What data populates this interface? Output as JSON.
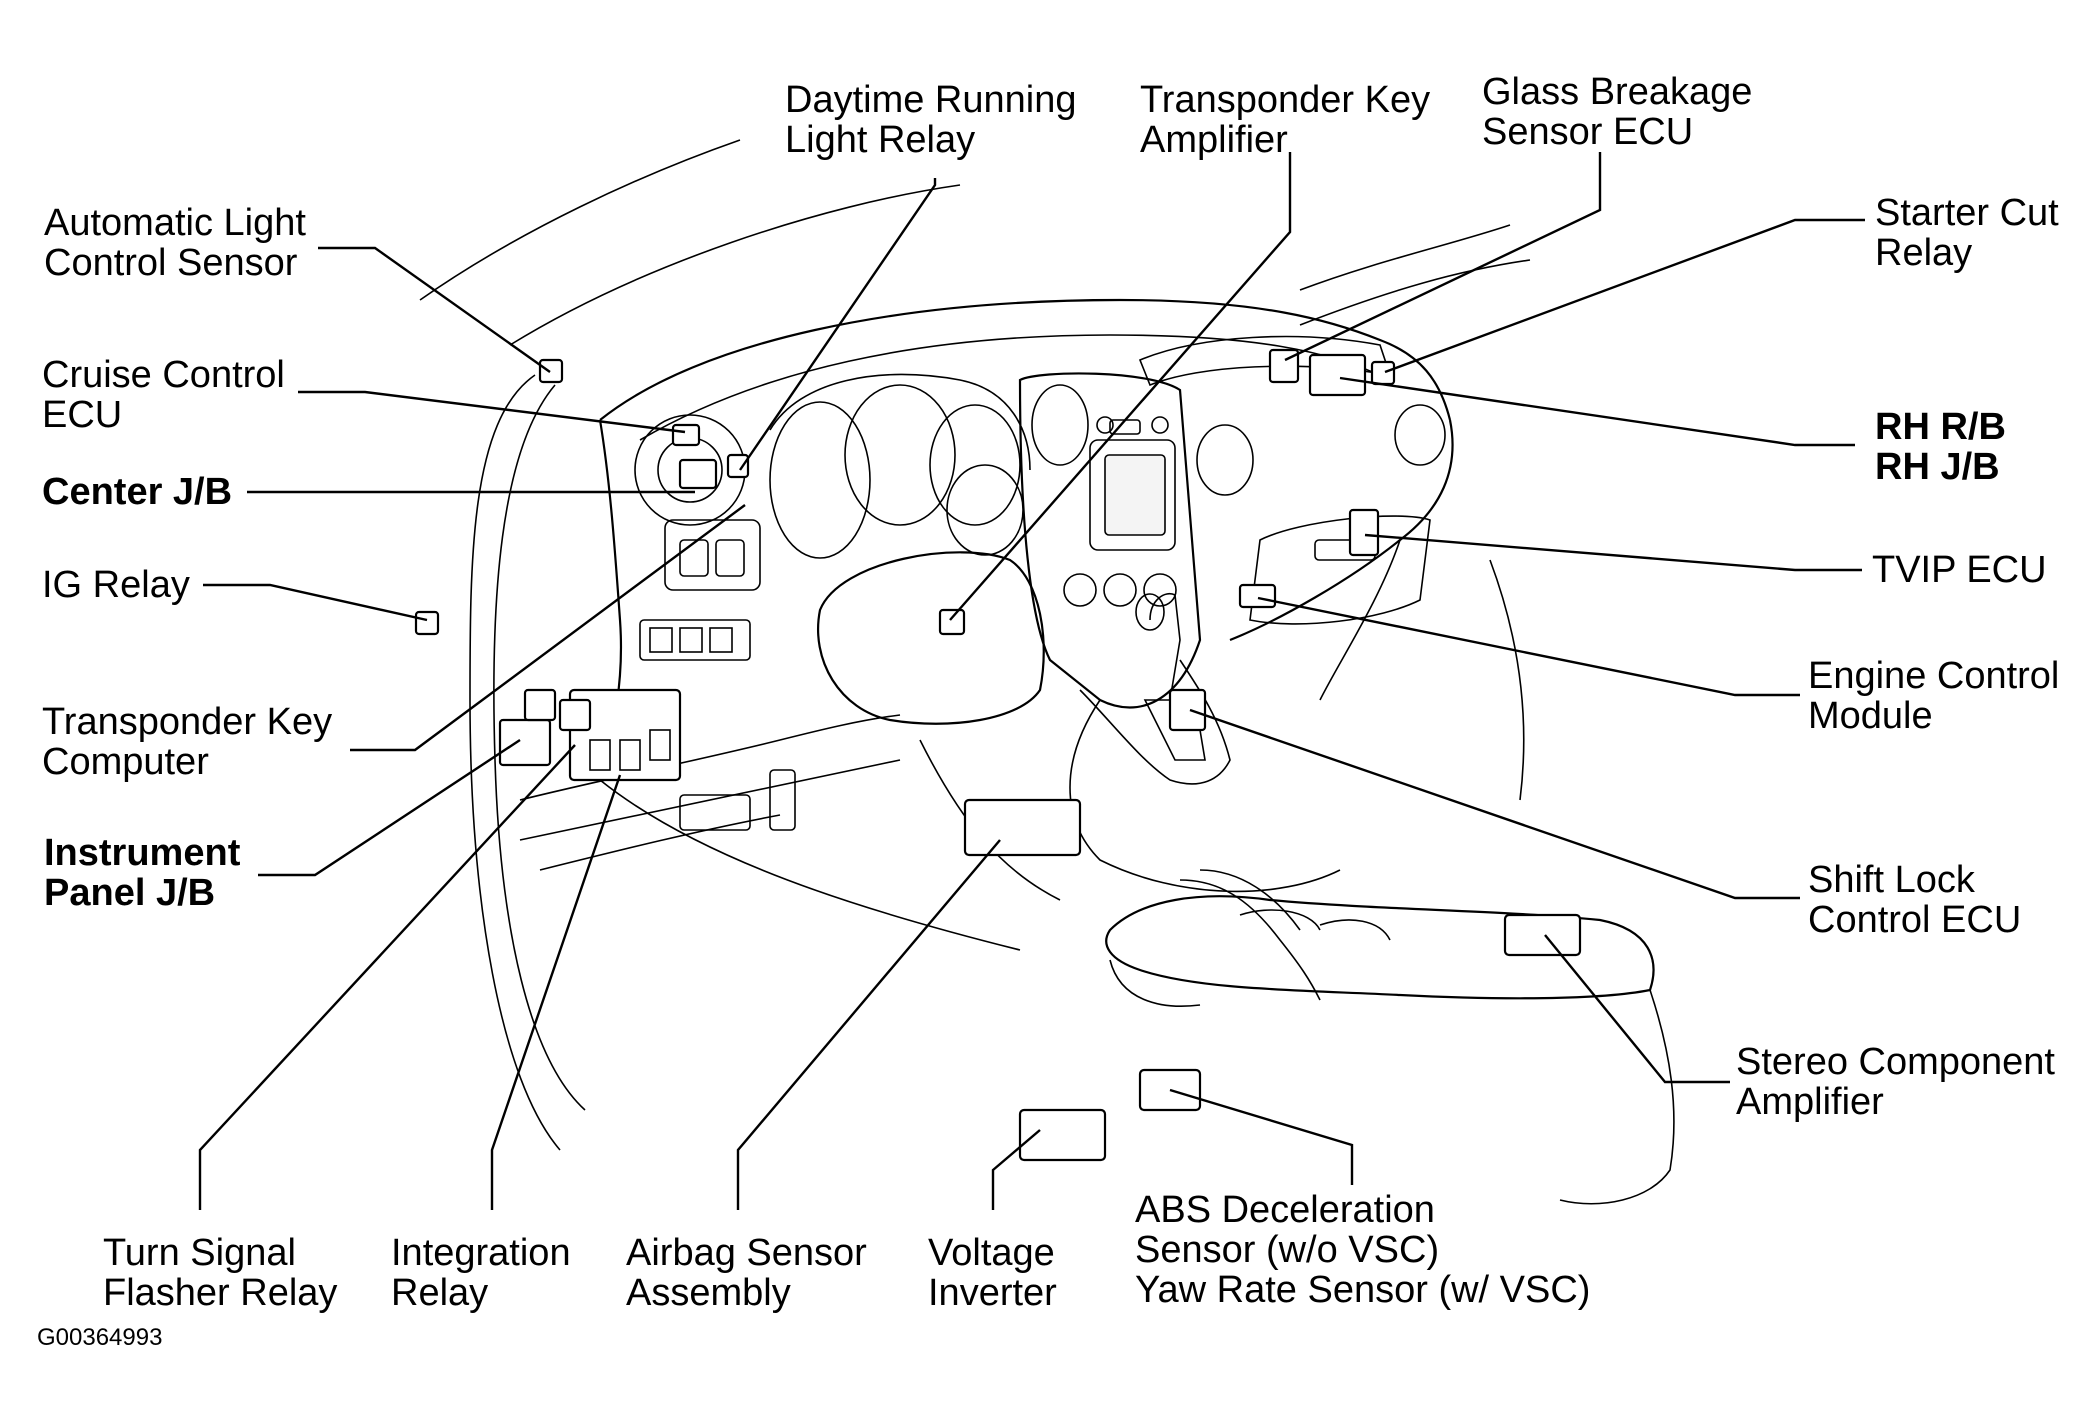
{
  "diagram": {
    "figure_id": "G00364993",
    "labels": {
      "daytime_running_light_relay": [
        "Daytime Running",
        "Light Relay"
      ],
      "transponder_key_amplifier": [
        "Transponder Key",
        "Amplifier"
      ],
      "glass_breakage_sensor_ecu": [
        "Glass Breakage",
        "Sensor ECU"
      ],
      "starter_cut_relay": [
        "Starter Cut",
        "Relay"
      ],
      "automatic_light_control_sensor": [
        "Automatic Light",
        "Control Sensor"
      ],
      "cruise_control_ecu": [
        "Cruise Control",
        "ECU"
      ],
      "center_jb": [
        "Center J/B"
      ],
      "ig_relay": [
        "IG Relay"
      ],
      "transponder_key_computer": [
        "Transponder Key",
        "Computer"
      ],
      "instrument_panel_jb": [
        "Instrument",
        "Panel J/B"
      ],
      "rh_rb_jb": [
        "RH R/B",
        "RH J/B"
      ],
      "tvip_ecu": [
        "TVIP ECU"
      ],
      "engine_control_module": [
        "Engine Control",
        "Module"
      ],
      "shift_lock_control_ecu": [
        "Shift Lock",
        "Control ECU"
      ],
      "stereo_component_amplifier": [
        "Stereo Component",
        "Amplifier"
      ],
      "turn_signal_flasher_relay": [
        "Turn Signal",
        "Flasher Relay"
      ],
      "integration_relay": [
        "Integration",
        "Relay"
      ],
      "airbag_sensor_assembly": [
        "Airbag Sensor",
        "Assembly"
      ],
      "voltage_inverter": [
        "Voltage",
        "Inverter"
      ],
      "abs_deceleration_sensor": [
        "ABS Deceleration",
        "Sensor (w/o VSC)",
        "Yaw Rate Sensor (w/ VSC)"
      ]
    }
  }
}
